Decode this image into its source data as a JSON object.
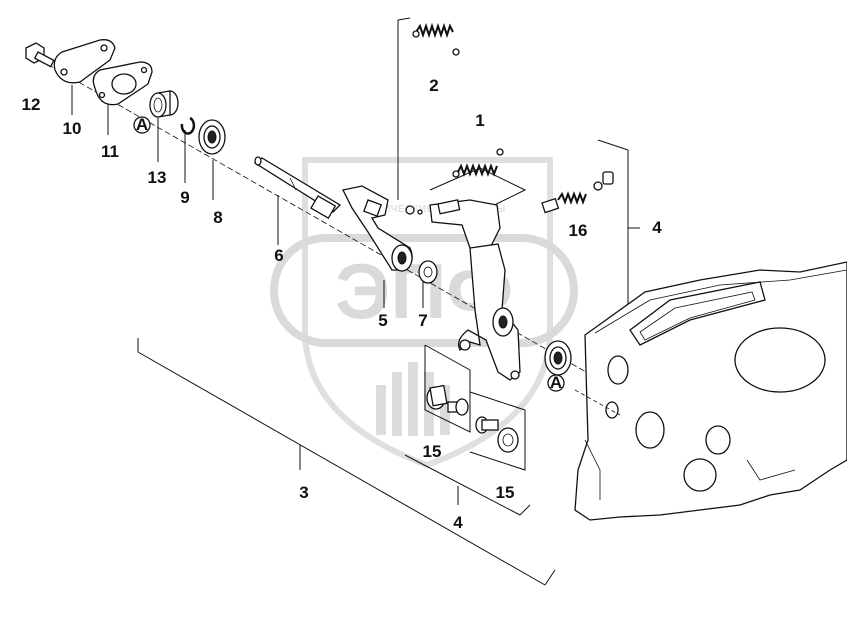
{
  "watermark": {
    "brand_big": "ЭПФ",
    "brand_small": "ТЕХНИЧЕСКИЕ ДОКУМЕНТЫ"
  },
  "labels": {
    "p1": "1",
    "p2": "2",
    "p3": "3",
    "p4_top": "4",
    "p4_bottom": "4",
    "p5": "5",
    "p6": "6",
    "p7": "7",
    "p8": "8",
    "p9": "9",
    "p10": "10",
    "p11": "11",
    "p12": "12",
    "p13": "13",
    "p15_left": "15",
    "p15_right": "15",
    "p16": "16",
    "ref_a_left": "A",
    "ref_a_right": "A"
  }
}
